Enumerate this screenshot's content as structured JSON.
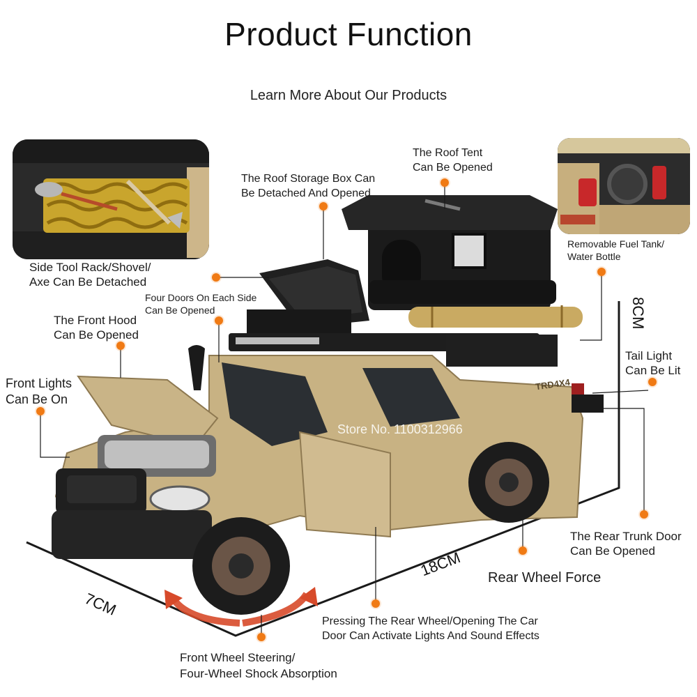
{
  "header": {
    "title": "Product Function",
    "subtitle": "Learn More About Our Products"
  },
  "features": {
    "roof_tent": [
      "The Roof Tent",
      "Can Be Opened"
    ],
    "roof_storage": [
      "The Roof Storage Box Can",
      "Be Detached And Opened"
    ],
    "side_tool": [
      "Side Tool Rack/Shovel/",
      "Axe Can Be Detached"
    ],
    "four_doors": [
      "Four Doors On Each Side",
      "Can Be Opened"
    ],
    "front_hood": [
      "The Front Hood",
      "Can Be Opened"
    ],
    "front_lights": [
      "Front Lights",
      "Can Be On"
    ],
    "fuel_tank": [
      "Removable Fuel Tank/",
      "Water Bottle"
    ],
    "tail_light": [
      "Tail Light",
      "Can Be Lit"
    ],
    "rear_trunk": [
      "The Rear Trunk Door",
      "Can Be Opened"
    ],
    "rear_wheel_force": "Rear Wheel Force",
    "pressing": [
      "Pressing The Rear Wheel/Opening The Car",
      "Door Can Activate Lights And Sound Effects"
    ],
    "front_wheel": [
      "Front Wheel Steering/",
      "Four-Wheel Shock Absorption"
    ]
  },
  "dimensions": {
    "width": "7CM",
    "length": "18CM",
    "height": "8CM"
  },
  "watermark": "Store No. 1100312966",
  "vehicle_badge": "TRD4X4",
  "colors": {
    "accent": "#f07a14",
    "body": "#c8b283",
    "rack": "#1f1f1f"
  }
}
